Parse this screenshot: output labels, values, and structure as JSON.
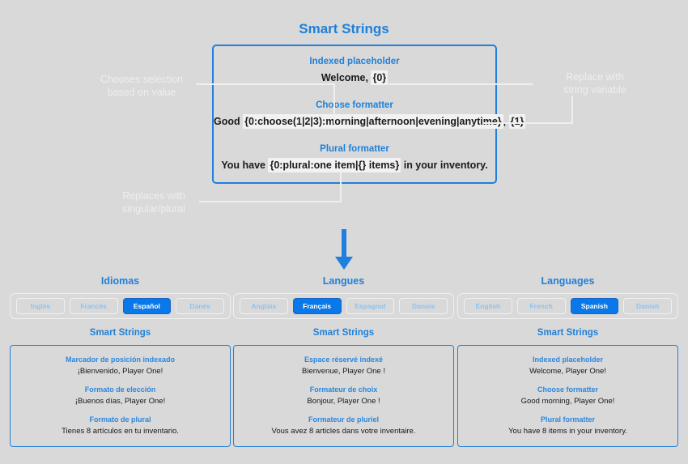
{
  "page": {
    "title": "Smart Strings",
    "background_color": "#d9d9d9",
    "accent_color": "#2080d8",
    "active_button_color": "#0a78e8",
    "annotation_color": "#efefef"
  },
  "diagram": {
    "rows": [
      {
        "label": "Indexed placeholder",
        "prefix": "Welcome, ",
        "highlight": "{0}",
        "suffix": ""
      },
      {
        "label": "Choose formatter",
        "prefix": "Good ",
        "highlight": "{0:choose(1|2|3):morning|afternoon|evening|anytime}",
        "mid": ", ",
        "highlight2": "{1}",
        "suffix": ""
      },
      {
        "label": "Plural formatter",
        "prefix": "You have ",
        "highlight": "{0:plural:one item|{} items}",
        "suffix": " in your inventory."
      }
    ]
  },
  "annotations": {
    "left_top": "Chooses selection\nbased on value",
    "right_top": "Replace with\nstring variable",
    "left_bottom": "Replaces with\nsingular/plural"
  },
  "arrow": {
    "icon": "arrow-down-icon",
    "color": "#1f7fe0"
  },
  "columns": [
    {
      "id": "spanish",
      "selector_title": "Idiomas",
      "options": [
        {
          "label": "Inglés",
          "active": false
        },
        {
          "label": "Francés",
          "active": false
        },
        {
          "label": "Español",
          "active": true
        },
        {
          "label": "Danés",
          "active": false
        }
      ],
      "card_title": "Smart Strings",
      "sections": [
        {
          "label": "Marcador de posición indexado",
          "value": "¡Bienvenido, Player One!"
        },
        {
          "label": "Formato de elección",
          "value": "¡Buenos días, Player One!"
        },
        {
          "label": "Formato de plural",
          "value": "Tienes 8 artículos en tu inventario."
        }
      ]
    },
    {
      "id": "french",
      "selector_title": "Langues",
      "options": [
        {
          "label": "Anglais",
          "active": false
        },
        {
          "label": "Français",
          "active": true
        },
        {
          "label": "Espagnol",
          "active": false
        },
        {
          "label": "Danois",
          "active": false
        }
      ],
      "card_title": "Smart Strings",
      "sections": [
        {
          "label": "Espace réservé indexé",
          "value": "Bienvenue, Player One !"
        },
        {
          "label": "Formateur de choix",
          "value": "Bonjour, Player One !"
        },
        {
          "label": "Formateur de pluriel",
          "value": "Vous avez 8 articles dans votre inventaire."
        }
      ]
    },
    {
      "id": "english",
      "selector_title": "Languages",
      "options": [
        {
          "label": "English",
          "active": false
        },
        {
          "label": "French",
          "active": false
        },
        {
          "label": "Spanish",
          "active": true
        },
        {
          "label": "Danish",
          "active": false
        }
      ],
      "card_title": "Smart Strings",
      "sections": [
        {
          "label": "Indexed placeholder",
          "value": "Welcome, Player One!"
        },
        {
          "label": "Choose formatter",
          "value": "Good morning, Player One!"
        },
        {
          "label": "Plural formatter",
          "value": "You have 8 items in your inventory."
        }
      ]
    }
  ]
}
